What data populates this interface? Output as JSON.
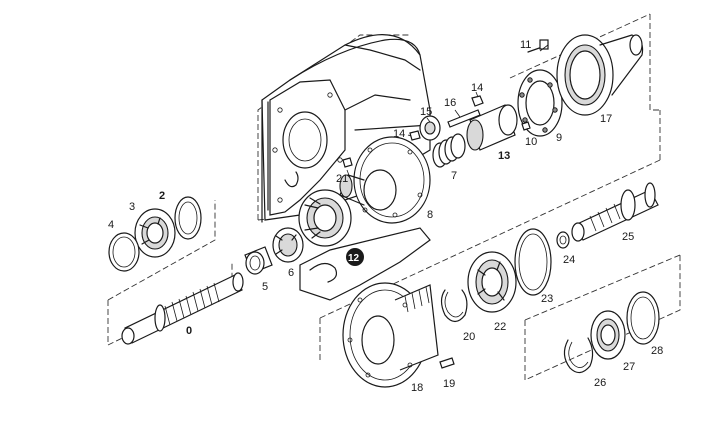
{
  "labels": {
    "p0": "0",
    "p2": "2",
    "p3": "3",
    "p4": "4",
    "p5": "5",
    "p6": "6",
    "p7": "7",
    "p8": "8",
    "p9": "9",
    "p10": "10",
    "p11": "11",
    "p12": "12",
    "p13": "13",
    "p14a": "14",
    "p14b": "14",
    "p15": "15",
    "p16": "16",
    "p17": "17",
    "p18": "18",
    "p19": "19",
    "p20": "20",
    "p21": "21",
    "p22": "22",
    "p23": "23",
    "p24": "24",
    "p25": "25",
    "p26": "26",
    "p27": "27",
    "p28": "28"
  }
}
